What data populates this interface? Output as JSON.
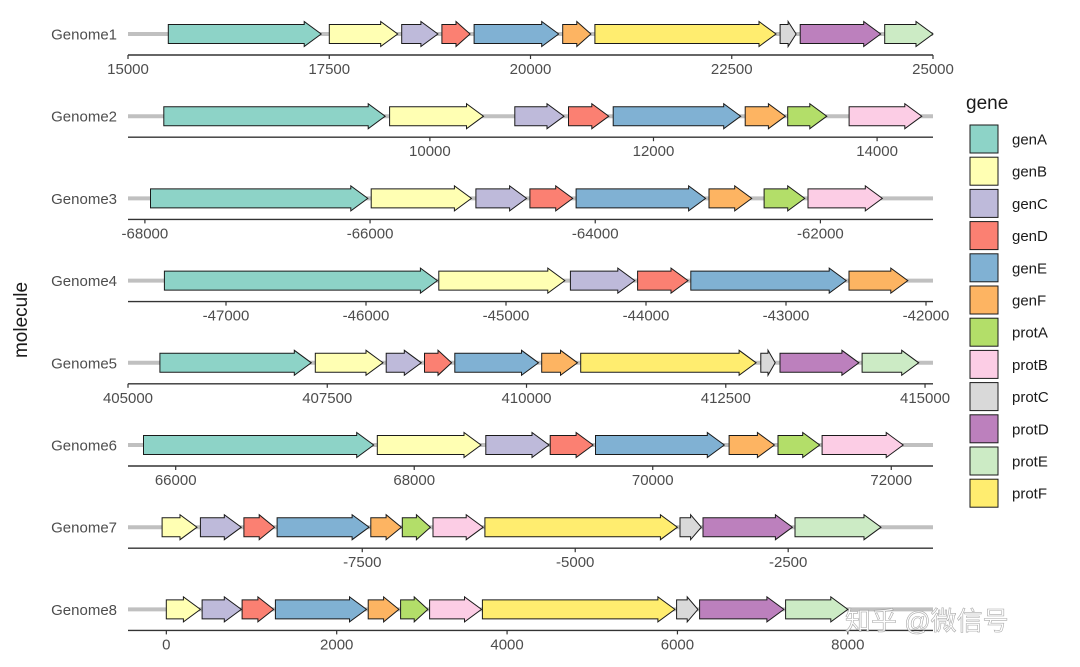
{
  "chart_data": {
    "type": "gene-arrow-map",
    "ylabel": "molecule",
    "legend": {
      "title": "gene",
      "position": "right",
      "entries": [
        {
          "name": "genA",
          "color": "#8dd3c7"
        },
        {
          "name": "genB",
          "color": "#ffffb3"
        },
        {
          "name": "genC",
          "color": "#bebada"
        },
        {
          "name": "genD",
          "color": "#fb8072"
        },
        {
          "name": "genE",
          "color": "#80b1d3"
        },
        {
          "name": "genF",
          "color": "#fdb462"
        },
        {
          "name": "protA",
          "color": "#b3de69"
        },
        {
          "name": "protB",
          "color": "#fccde5"
        },
        {
          "name": "protC",
          "color": "#d9d9d9"
        },
        {
          "name": "protD",
          "color": "#bc80bd"
        },
        {
          "name": "protE",
          "color": "#ccebc5"
        },
        {
          "name": "protF",
          "color": "#ffed6f"
        }
      ]
    },
    "molecules": [
      {
        "name": "Genome1",
        "xlim": [
          15000,
          25000
        ],
        "ticks": [
          15000,
          17500,
          20000,
          22500,
          25000
        ],
        "tick_labels": [
          "15000",
          "17500",
          "20000",
          "22500",
          "25000"
        ],
        "line": [
          15000,
          25500
        ],
        "genes": [
          {
            "gene": "genA",
            "start": 15500,
            "end": 17400
          },
          {
            "gene": "genB",
            "start": 17500,
            "end": 18350
          },
          {
            "gene": "genC",
            "start": 18400,
            "end": 18850
          },
          {
            "gene": "genD",
            "start": 18900,
            "end": 19250
          },
          {
            "gene": "genE",
            "start": 19300,
            "end": 20350
          },
          {
            "gene": "genF",
            "start": 20400,
            "end": 20750
          },
          {
            "gene": "protF",
            "start": 20800,
            "end": 23050
          },
          {
            "gene": "protC",
            "start": 23100,
            "end": 23300
          },
          {
            "gene": "protD",
            "start": 23350,
            "end": 24350
          },
          {
            "gene": "protE",
            "start": 24400,
            "end": 25000
          }
        ]
      },
      {
        "name": "Genome2",
        "xlim": [
          7300,
          14500
        ],
        "ticks": [
          10000,
          12000,
          14000
        ],
        "tick_labels": [
          "10000",
          "12000",
          "14000"
        ],
        "line": [
          7300,
          14500
        ],
        "genes": [
          {
            "gene": "genA",
            "start": 7620,
            "end": 9600
          },
          {
            "gene": "genB",
            "start": 9640,
            "end": 10480
          },
          {
            "gene": "genC",
            "start": 10760,
            "end": 11200
          },
          {
            "gene": "genD",
            "start": 11240,
            "end": 11600
          },
          {
            "gene": "genE",
            "start": 11640,
            "end": 12780
          },
          {
            "gene": "genF",
            "start": 12820,
            "end": 13180
          },
          {
            "gene": "protA",
            "start": 13200,
            "end": 13550
          },
          {
            "gene": "protB",
            "start": 13750,
            "end": 14400
          }
        ]
      },
      {
        "name": "Genome3",
        "xlim": [
          -68150,
          -61000
        ],
        "ticks": [
          -68000,
          -66000,
          -64000,
          -62000
        ],
        "tick_labels": [
          "-68000",
          "-66000",
          "-64000",
          "-62000"
        ],
        "line": [
          -68150,
          -61000
        ],
        "genes": [
          {
            "gene": "genA",
            "start": -67950,
            "end": -66020
          },
          {
            "gene": "genB",
            "start": -65990,
            "end": -65100
          },
          {
            "gene": "genC",
            "start": -65060,
            "end": -64610
          },
          {
            "gene": "genD",
            "start": -64580,
            "end": -64200
          },
          {
            "gene": "genE",
            "start": -64170,
            "end": -63020
          },
          {
            "gene": "genF",
            "start": -62990,
            "end": -62610
          },
          {
            "gene": "protA",
            "start": -62500,
            "end": -62140
          },
          {
            "gene": "protB",
            "start": -62110,
            "end": -61450
          }
        ]
      },
      {
        "name": "Genome4",
        "xlim": [
          -47700,
          -41950
        ],
        "ticks": [
          -47000,
          -46000,
          -45000,
          -44000,
          -43000,
          -42000
        ],
        "tick_labels": [
          "-47000",
          "-46000",
          "-45000",
          "-44000",
          "-43000",
          "-42000"
        ],
        "line": [
          -47700,
          -41950
        ],
        "genes": [
          {
            "gene": "genA",
            "start": -47440,
            "end": -45490
          },
          {
            "gene": "genB",
            "start": -45480,
            "end": -44580
          },
          {
            "gene": "genC",
            "start": -44540,
            "end": -44080
          },
          {
            "gene": "genD",
            "start": -44060,
            "end": -43700
          },
          {
            "gene": "genE",
            "start": -43680,
            "end": -42570
          },
          {
            "gene": "genF",
            "start": -42550,
            "end": -42130
          }
        ]
      },
      {
        "name": "Genome5",
        "xlim": [
          405000,
          415100
        ],
        "ticks": [
          405000,
          407500,
          410000,
          412500,
          415000
        ],
        "tick_labels": [
          "405000",
          "407500",
          "410000",
          "412500",
          "415000"
        ],
        "line": [
          405000,
          415400
        ],
        "genes": [
          {
            "gene": "genA",
            "start": 405400,
            "end": 407300
          },
          {
            "gene": "genB",
            "start": 407350,
            "end": 408200
          },
          {
            "gene": "genC",
            "start": 408240,
            "end": 408680
          },
          {
            "gene": "genD",
            "start": 408720,
            "end": 409060
          },
          {
            "gene": "genE",
            "start": 409100,
            "end": 410150
          },
          {
            "gene": "genF",
            "start": 410190,
            "end": 410640
          },
          {
            "gene": "protF",
            "start": 410680,
            "end": 412880
          },
          {
            "gene": "protC",
            "start": 412940,
            "end": 413120
          },
          {
            "gene": "protD",
            "start": 413180,
            "end": 414170
          },
          {
            "gene": "protE",
            "start": 414210,
            "end": 414920
          }
        ]
      },
      {
        "name": "Genome6",
        "xlim": [
          65600,
          72350
        ],
        "ticks": [
          66000,
          68000,
          70000,
          72000
        ],
        "tick_labels": [
          "66000",
          "68000",
          "70000",
          "72000"
        ],
        "line": [
          65600,
          72350
        ],
        "genes": [
          {
            "gene": "genA",
            "start": 65730,
            "end": 67660
          },
          {
            "gene": "genB",
            "start": 67690,
            "end": 68560
          },
          {
            "gene": "genC",
            "start": 68600,
            "end": 69130
          },
          {
            "gene": "genD",
            "start": 69140,
            "end": 69500
          },
          {
            "gene": "genE",
            "start": 69520,
            "end": 70600
          },
          {
            "gene": "genF",
            "start": 70640,
            "end": 71020
          },
          {
            "gene": "protA",
            "start": 71050,
            "end": 71400
          },
          {
            "gene": "protB",
            "start": 71420,
            "end": 72100
          }
        ]
      },
      {
        "name": "Genome7",
        "xlim": [
          -10250,
          -800
        ],
        "ticks": [
          -7500,
          -5000,
          -2500
        ],
        "tick_labels": [
          "-7500",
          "-5000",
          "-2500"
        ],
        "line": [
          -10250,
          -800
        ],
        "genes": [
          {
            "gene": "genB",
            "start": -9850,
            "end": -9440
          },
          {
            "gene": "genC",
            "start": -9400,
            "end": -8920
          },
          {
            "gene": "genD",
            "start": -8890,
            "end": -8530
          },
          {
            "gene": "genE",
            "start": -8500,
            "end": -7420
          },
          {
            "gene": "genF",
            "start": -7400,
            "end": -7040
          },
          {
            "gene": "protA",
            "start": -7030,
            "end": -6700
          },
          {
            "gene": "protB",
            "start": -6670,
            "end": -6080
          },
          {
            "gene": "protF",
            "start": -6060,
            "end": -3800
          },
          {
            "gene": "protC",
            "start": -3770,
            "end": -3520
          },
          {
            "gene": "protD",
            "start": -3500,
            "end": -2450
          },
          {
            "gene": "protE",
            "start": -2420,
            "end": -1410
          }
        ]
      },
      {
        "name": "Genome8",
        "xlim": [
          -450,
          9000
        ],
        "ticks": [
          0,
          2000,
          4000,
          6000,
          8000
        ],
        "tick_labels": [
          "0",
          "2000",
          "4000",
          "6000",
          "8000"
        ],
        "line": [
          -450,
          9000
        ],
        "genes": [
          {
            "gene": "genB",
            "start": 0,
            "end": 400
          },
          {
            "gene": "genC",
            "start": 420,
            "end": 880
          },
          {
            "gene": "genD",
            "start": 890,
            "end": 1260
          },
          {
            "gene": "genE",
            "start": 1280,
            "end": 2350
          },
          {
            "gene": "genF",
            "start": 2370,
            "end": 2730
          },
          {
            "gene": "protA",
            "start": 2750,
            "end": 3070
          },
          {
            "gene": "protB",
            "start": 3090,
            "end": 3700
          },
          {
            "gene": "protF",
            "start": 3710,
            "end": 5970
          },
          {
            "gene": "protC",
            "start": 5990,
            "end": 6240
          },
          {
            "gene": "protD",
            "start": 6260,
            "end": 7250
          },
          {
            "gene": "protE",
            "start": 7270,
            "end": 8000
          }
        ]
      }
    ]
  },
  "watermark": "知乎 @微信号"
}
